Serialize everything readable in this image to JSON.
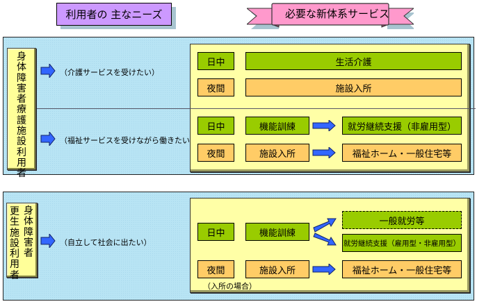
{
  "header": {
    "needs_title": "利用者の 主なニーズ",
    "services_title": "必要な新体系サービス"
  },
  "colors": {
    "needs_header": "#cc99ff",
    "services_ribbon": "#ff99cc",
    "group_background": "#b8e4f4",
    "user_label": "#ffff99",
    "service_panel": "#ffffa6",
    "daytime": "#99cc00",
    "nighttime": "#ffcc66",
    "arrow": "#3366ff"
  },
  "groups": [
    {
      "user_label_chars": [
        "身",
        "体",
        "障",
        "害",
        "者",
        "療",
        "護",
        "施",
        "設",
        "利",
        "用",
        "者"
      ],
      "rows": [
        {
          "need": "（介護サービスを受けたい）",
          "day_label": "日中",
          "day_service": "生活介護",
          "night_label": "夜間",
          "night_service": "施設入所"
        },
        {
          "need": "（福祉サービスを受けながら働きたい）",
          "day_label": "日中",
          "day_service": "機能訓練",
          "day_next": "就労継続支援（非雇用型）",
          "night_label": "夜間",
          "night_service": "施設入所",
          "night_next": "福祉ホーム・一般住宅等"
        }
      ]
    },
    {
      "user_label_col1_chars": [
        "更",
        "生",
        "施",
        "設",
        "利",
        "用",
        "者"
      ],
      "user_label_col2_chars": [
        "身",
        "体",
        "障",
        "害",
        "者"
      ],
      "need": "（自立して社会に出たい）",
      "day_label": "日中",
      "day_service": "機能訓練",
      "day_next_options": [
        "一般就労等",
        "就労継続支援（雇用型・非雇用型）"
      ],
      "night_label": "夜間",
      "night_service": "施設入所",
      "night_next": "福祉ホーム・一般住宅等",
      "night_note": "（入所の場合）"
    }
  ]
}
